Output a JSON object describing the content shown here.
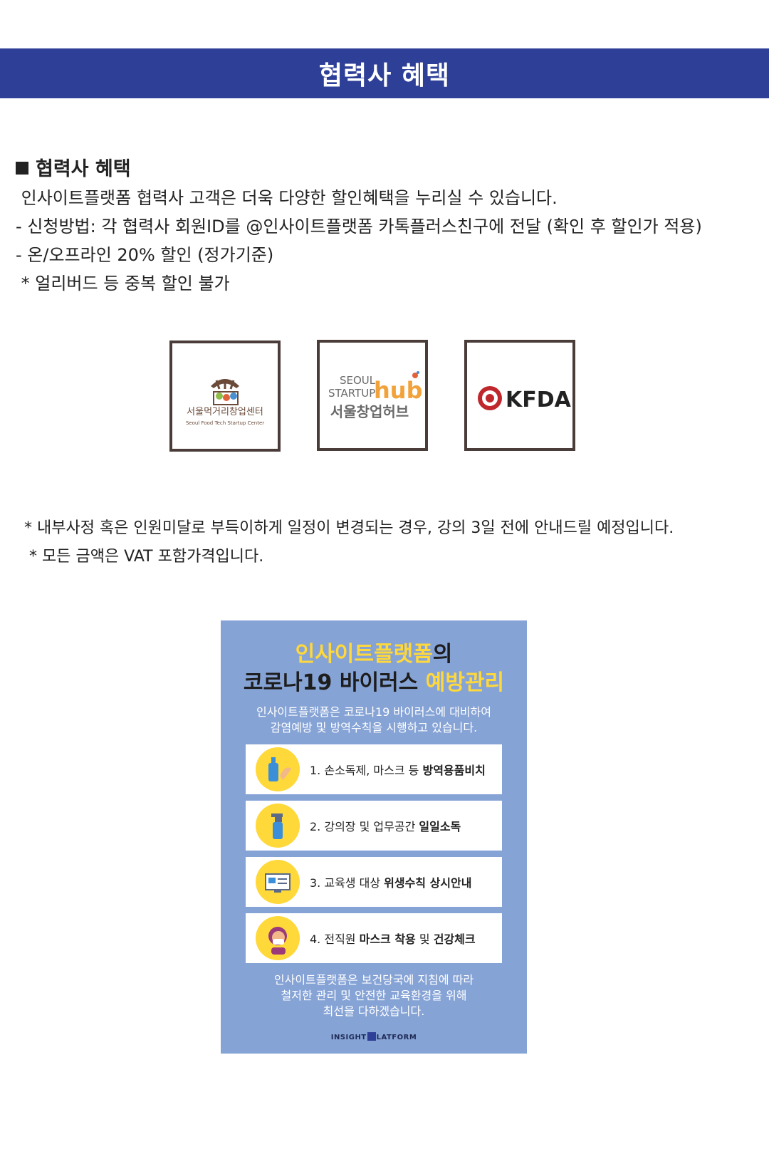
{
  "banner": {
    "title": "협력사 혜택"
  },
  "section": {
    "heading": "협력사 혜택",
    "lines": [
      " 인사이트플랫폼 협력사 고객은 더욱 다양한 할인혜택을 누리실 수 있습니다.",
      "- 신청방법: 각 협력사 회원ID를 @인사이트플랫폼 카톡플러스친구에 전달 (확인 후 할인가 적용)",
      "- 온/오프라인 20% 할인 (정가기준)",
      " * 얼리버드 등 중복 할인 불가"
    ]
  },
  "logos": {
    "food": {
      "name": "서울먹거리창업센터",
      "sub": "Seoul Food Tech Startup Center"
    },
    "hub": {
      "line1": "SEOUL",
      "line2": "STARTUP",
      "mark": "hub",
      "name": "서울창업허브"
    },
    "kfda": {
      "name": "KFDA"
    }
  },
  "notes": [
    "* 내부사정 혹은 인원미달로 부득이하게 일정이 변경되는 경우, 강의 3일 전에 안내드릴 예정입니다.",
    " * 모든 금액은 VAT 포함가격입니다."
  ],
  "poster": {
    "title1_hl": "인사이트플랫폼",
    "title1_rest": "의",
    "title2_main": "코로나19 바이러스 ",
    "title2_hl": "예방관리",
    "intro1": "인사이트플랫폼은 코로나19 바이러스에 대비하여",
    "intro2": "감염예방 및 방역수칙을 시행하고 있습니다.",
    "items": [
      {
        "pre": "1. 손소독제, 마스크 등 ",
        "bold": "방역용품비치",
        "post": ""
      },
      {
        "pre": "2. 강의장 및 업무공간 ",
        "bold": "일일소독",
        "post": ""
      },
      {
        "pre": "3. 교육생 대상 ",
        "bold": "위생수칙 상시안내",
        "post": ""
      },
      {
        "pre": "4. 전직원 ",
        "bold": "마스크 착용",
        "mid": " 및 ",
        "post": "건강체크"
      }
    ],
    "outro1": "인사이트플랫폼은 보건당국에 지침에 따라",
    "outro2": "철저한 관리 및 안전한 교육환경을 위해",
    "outro3": "최선을 다하겠습니다.",
    "brand_left": "INSIGHT",
    "brand_right": "LATFORM"
  },
  "colors": {
    "banner": "#2e3f98",
    "poster_bg": "#86a3d6",
    "highlight": "#ffd83a",
    "frame": "#4a3c38",
    "icon_bg": "#ffd83a"
  }
}
